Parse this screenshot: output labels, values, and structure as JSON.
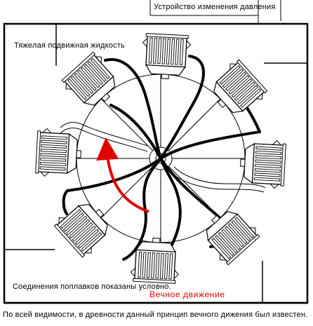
{
  "labels": {
    "pressure_device": "Устройство изменения давления",
    "heavy_liquid": "Тяжелая подвижная жидкость",
    "float_connections": "Соединения поплавков показаны условно.",
    "perpetual_motion": "Вечное движение",
    "caption": "По всей видимости, в древности данный принцип вечного дижения был известен."
  },
  "colors": {
    "ink": "#000000",
    "arrow": "#e00000",
    "background": "#ffffff"
  },
  "floats": {
    "count": 8,
    "icon": "ribbed-float-chamber"
  }
}
